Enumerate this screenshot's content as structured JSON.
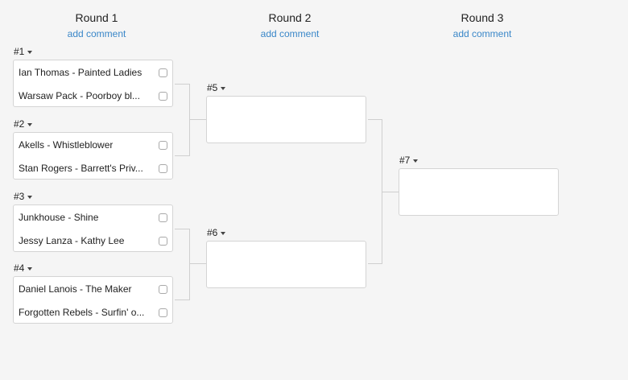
{
  "rounds": [
    {
      "title": "Round 1",
      "link": "add comment"
    },
    {
      "title": "Round 2",
      "link": "add comment"
    },
    {
      "title": "Round 3",
      "link": "add comment"
    }
  ],
  "matches": {
    "m1": {
      "label": "#1",
      "entries": [
        "Ian Thomas - Painted Ladies",
        "Warsaw Pack - Poorboy bl..."
      ]
    },
    "m2": {
      "label": "#2",
      "entries": [
        "Akells - Whistleblower",
        "Stan Rogers - Barrett's Priv..."
      ]
    },
    "m3": {
      "label": "#3",
      "entries": [
        "Junkhouse - Shine",
        "Jessy Lanza - Kathy Lee"
      ]
    },
    "m4": {
      "label": "#4",
      "entries": [
        "Daniel Lanois - The Maker",
        "Forgotten Rebels - Surfin' o..."
      ]
    },
    "m5": {
      "label": "#5"
    },
    "m6": {
      "label": "#6"
    },
    "m7": {
      "label": "#7"
    }
  }
}
